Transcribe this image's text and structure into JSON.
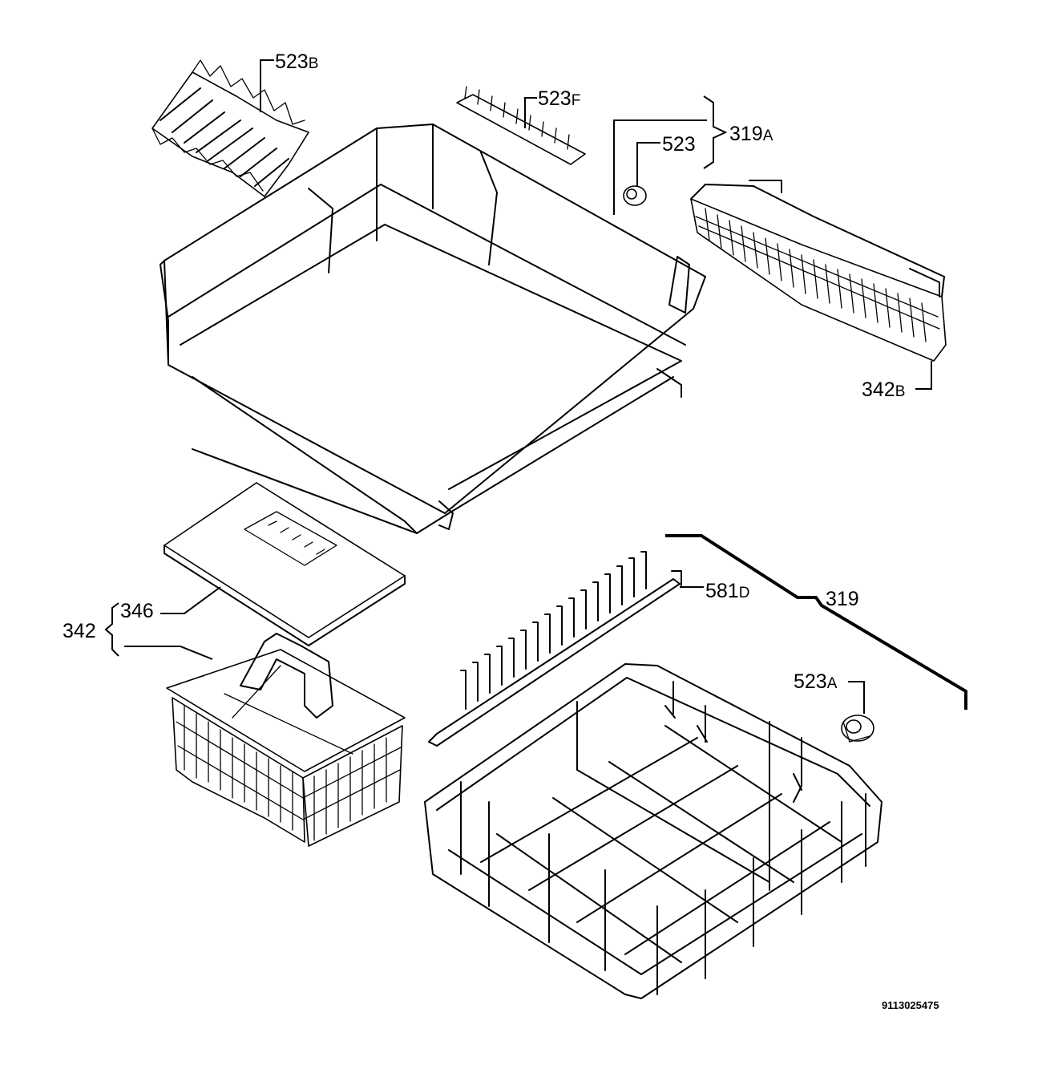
{
  "document_number": "9113025475",
  "callouts": {
    "c523B": {
      "num": "523",
      "suffix": "B"
    },
    "c523F": {
      "num": "523",
      "suffix": "F"
    },
    "c523": {
      "num": "523",
      "suffix": ""
    },
    "c319A": {
      "num": "319",
      "suffix": "A"
    },
    "c342B": {
      "num": "342",
      "suffix": "B"
    },
    "c346": {
      "num": "346",
      "suffix": ""
    },
    "c342": {
      "num": "342",
      "suffix": ""
    },
    "c581D": {
      "num": "581",
      "suffix": "D"
    },
    "c319": {
      "num": "319",
      "suffix": ""
    },
    "c523A": {
      "num": "523",
      "suffix": "A"
    }
  }
}
